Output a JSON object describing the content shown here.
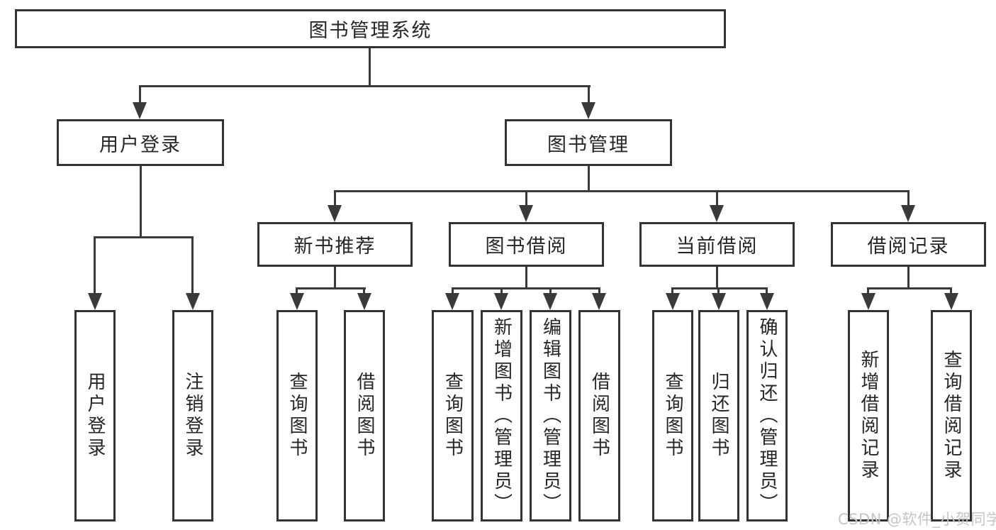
{
  "colors": {
    "background": "#ffffff",
    "box_border": "#333333",
    "connector_line": "#3a3a3a",
    "text": "#262626",
    "watermark_text": "#cbc4c4"
  },
  "tree": {
    "root": {
      "label": "图书管理系统"
    },
    "branches": [
      {
        "label": "用户登录",
        "children": [
          {
            "label": "用户登录"
          },
          {
            "label": "注销登录"
          }
        ]
      },
      {
        "label": "图书管理",
        "children": [
          {
            "label": "新书推荐",
            "children": [
              {
                "label": "查询图书"
              },
              {
                "label": "借阅图书"
              }
            ]
          },
          {
            "label": "图书借阅",
            "children": [
              {
                "label": "查询图书"
              },
              {
                "label": "新增图书（管理员）"
              },
              {
                "label": "编辑图书（管理员）"
              },
              {
                "label": "借阅图书"
              }
            ]
          },
          {
            "label": "当前借阅",
            "children": [
              {
                "label": "查询图书"
              },
              {
                "label": "归还图书"
              },
              {
                "label": "确认归还（管理员）"
              }
            ]
          },
          {
            "label": "借阅记录",
            "children": [
              {
                "label": "新增借阅记录"
              },
              {
                "label": "查询借阅记录"
              }
            ]
          }
        ]
      }
    ]
  },
  "watermark": {
    "text": "CSDN @软件_小贺同学"
  }
}
